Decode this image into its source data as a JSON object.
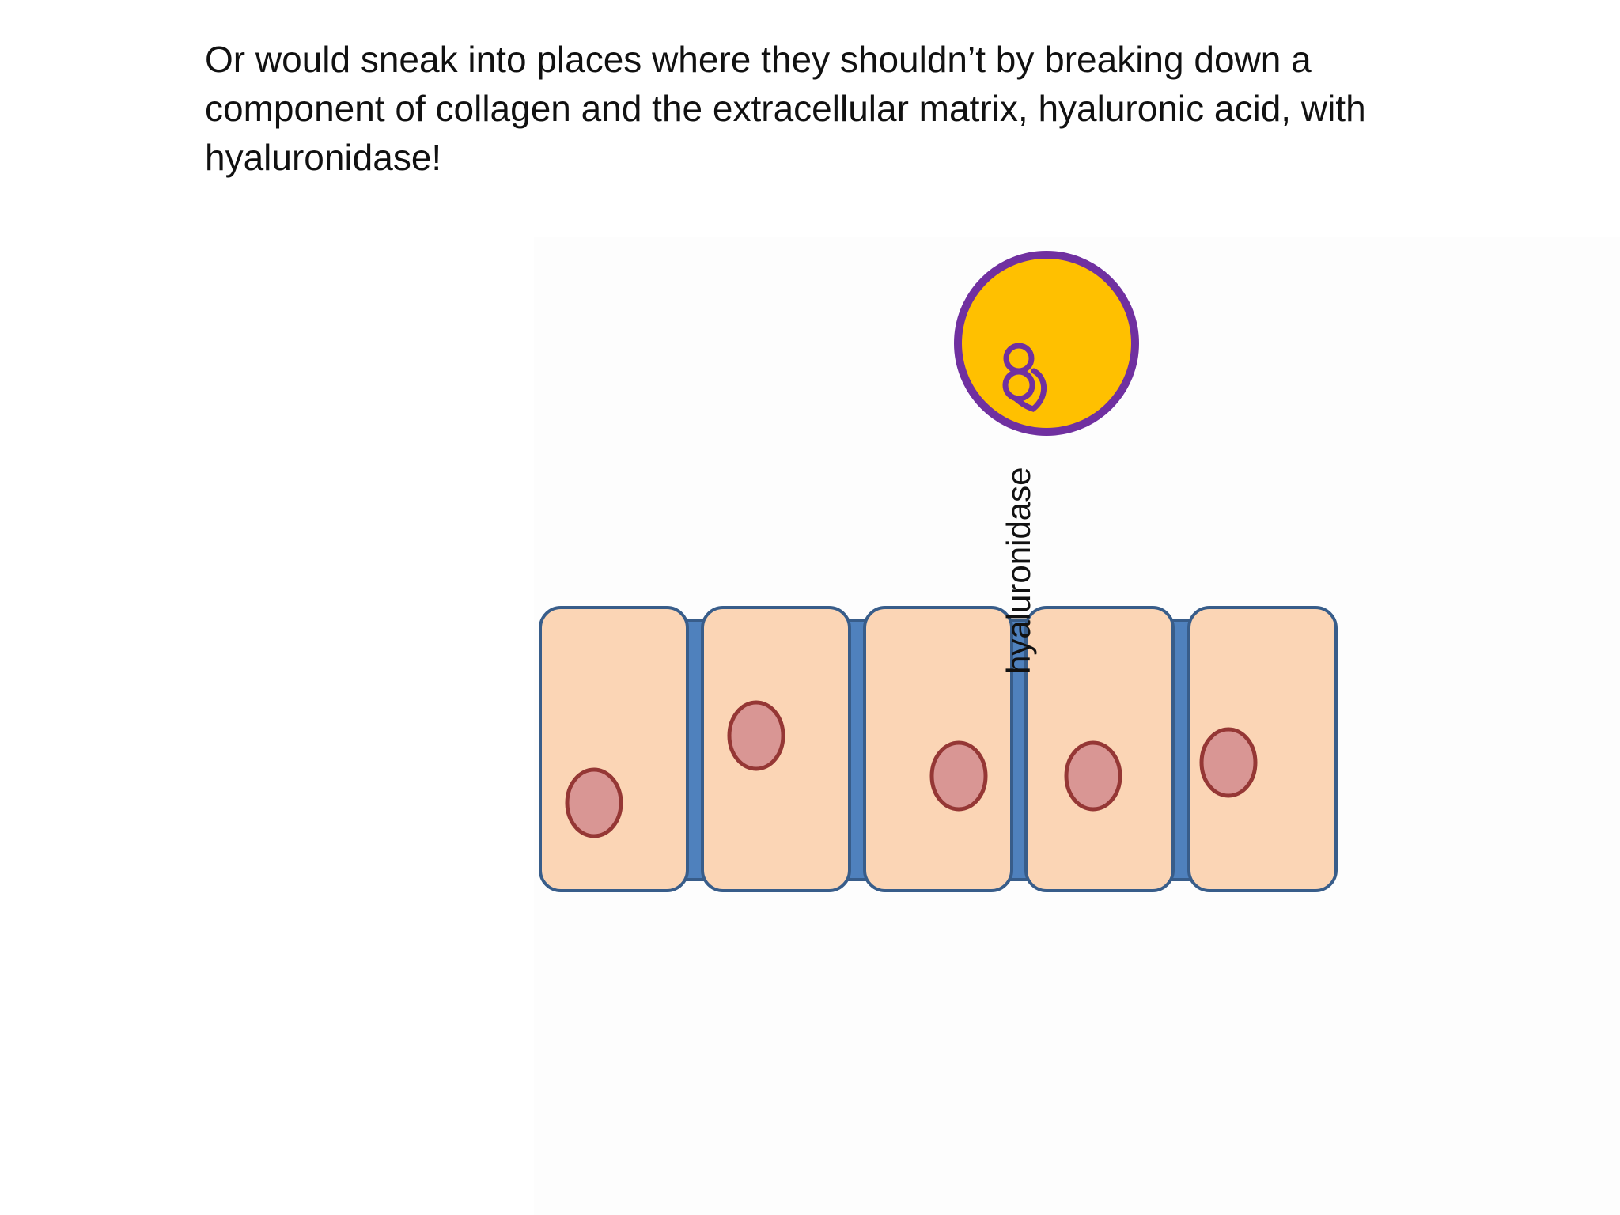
{
  "slide": {
    "caption": "Or would sneak into places where they shouldn’t by breaking down a component of collagen and the extracellular matrix, hyaluronic acid, with hyaluronidase!"
  },
  "diagram": {
    "enzyme_label": "hyaluronidase",
    "cell_count": 5,
    "colors": {
      "cell_fill": "#fbd5b5",
      "cell_border": "#385d8a",
      "junction_fill": "#4f81bd",
      "nucleus_fill": "#d99694",
      "nucleus_border": "#953735",
      "bacterium_fill": "#ffc000",
      "bacterium_border": "#7030a0"
    }
  }
}
